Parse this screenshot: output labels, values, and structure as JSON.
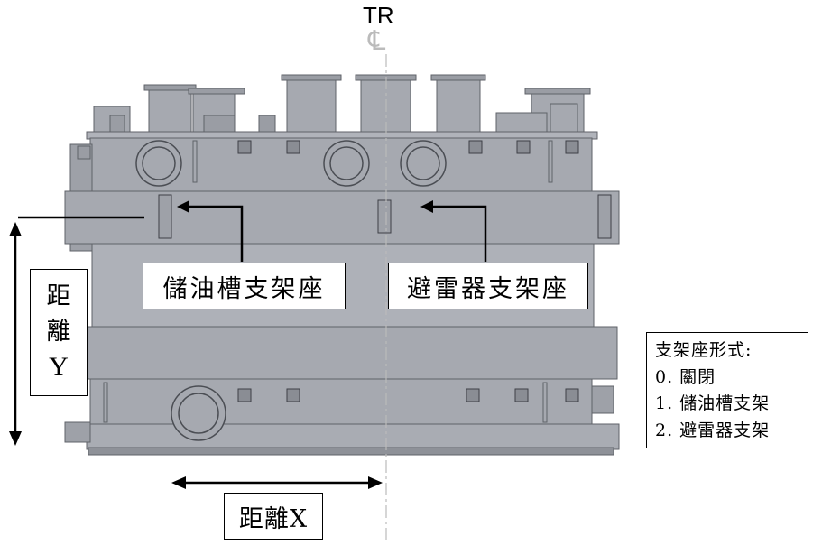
{
  "header": {
    "tr_label": "TR",
    "centerline_symbol": "℄"
  },
  "labels": {
    "oil_tank_bracket": "儲油槽支架座",
    "arrester_bracket": "避雷器支架座",
    "distance_y_line1": "距",
    "distance_y_line2": "離",
    "distance_y_line3": "Y",
    "distance_x": "距離X"
  },
  "legend": {
    "title": "支架座形式:",
    "items": [
      "0. 關閉",
      "1. 儲油槽支架",
      "2. 避雷器支架"
    ]
  },
  "colors": {
    "tank_body": "#a6a9b0",
    "tank_edge": "#5f6268",
    "tank_dark": "#8e9198",
    "centerline": "#bbbbbb",
    "annotation": "#000000"
  }
}
